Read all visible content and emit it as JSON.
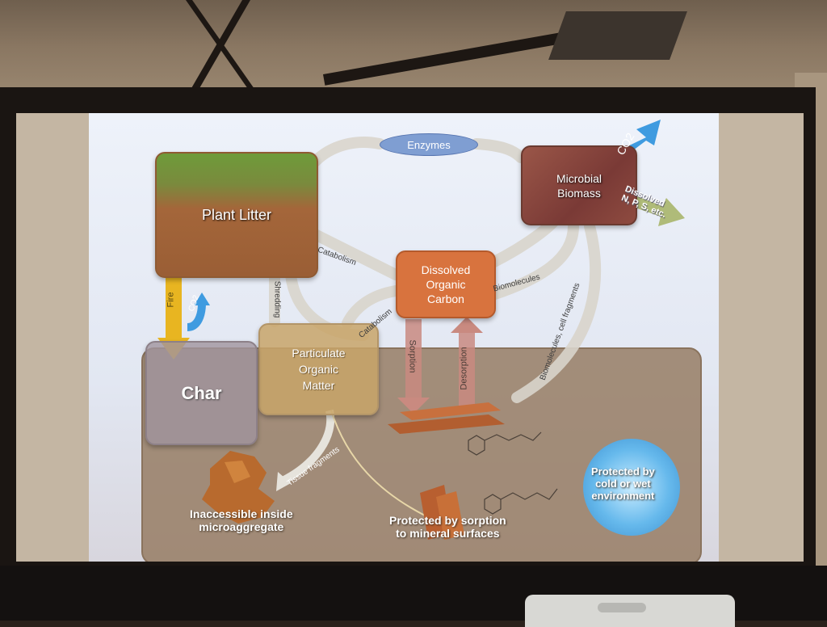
{
  "diagram": {
    "plant_litter": "Plant Litter",
    "enzymes": "Enzymes",
    "microbial_biomass": [
      "Microbial",
      "Biomass"
    ],
    "co2_top": "CO2",
    "dissolved_nps": [
      "Dissolved",
      "N, P, S, etc."
    ],
    "doc": [
      "Dissolved",
      "Organic",
      "Carbon"
    ],
    "pom": [
      "Particulate",
      "Organic",
      "Matter"
    ],
    "char": "Char",
    "fire": "Fire",
    "co2_fire": "CO2",
    "shredding": "Shredding",
    "catabolism_1": "Catabolism",
    "catabolism_2": "Catabolism",
    "biomolecules": "Biomolecules",
    "biomolecules_cell": "Biomolecules, cell fragments",
    "sorption": "Sorption",
    "desorption": "Desorption",
    "tissue_fragments": "Tissue fragments",
    "inaccessible": [
      "Inaccessible inside",
      "microaggregate"
    ],
    "protected_sorption": [
      "Protected by sorption",
      "to  mineral surfaces"
    ],
    "protected_cold": [
      "Protected by",
      "cold or wet",
      "environment"
    ]
  },
  "colors": {
    "doc_box": "#d8733e",
    "pom_box": "#c8a569",
    "char_box": "#a0949e",
    "soil": "#967d64",
    "fire_arrow": "#e8b521",
    "co2_arrow": "#3f9be0",
    "dissolved_arrow": "#a8b56a",
    "sorption_arrow": "#c98a80"
  }
}
